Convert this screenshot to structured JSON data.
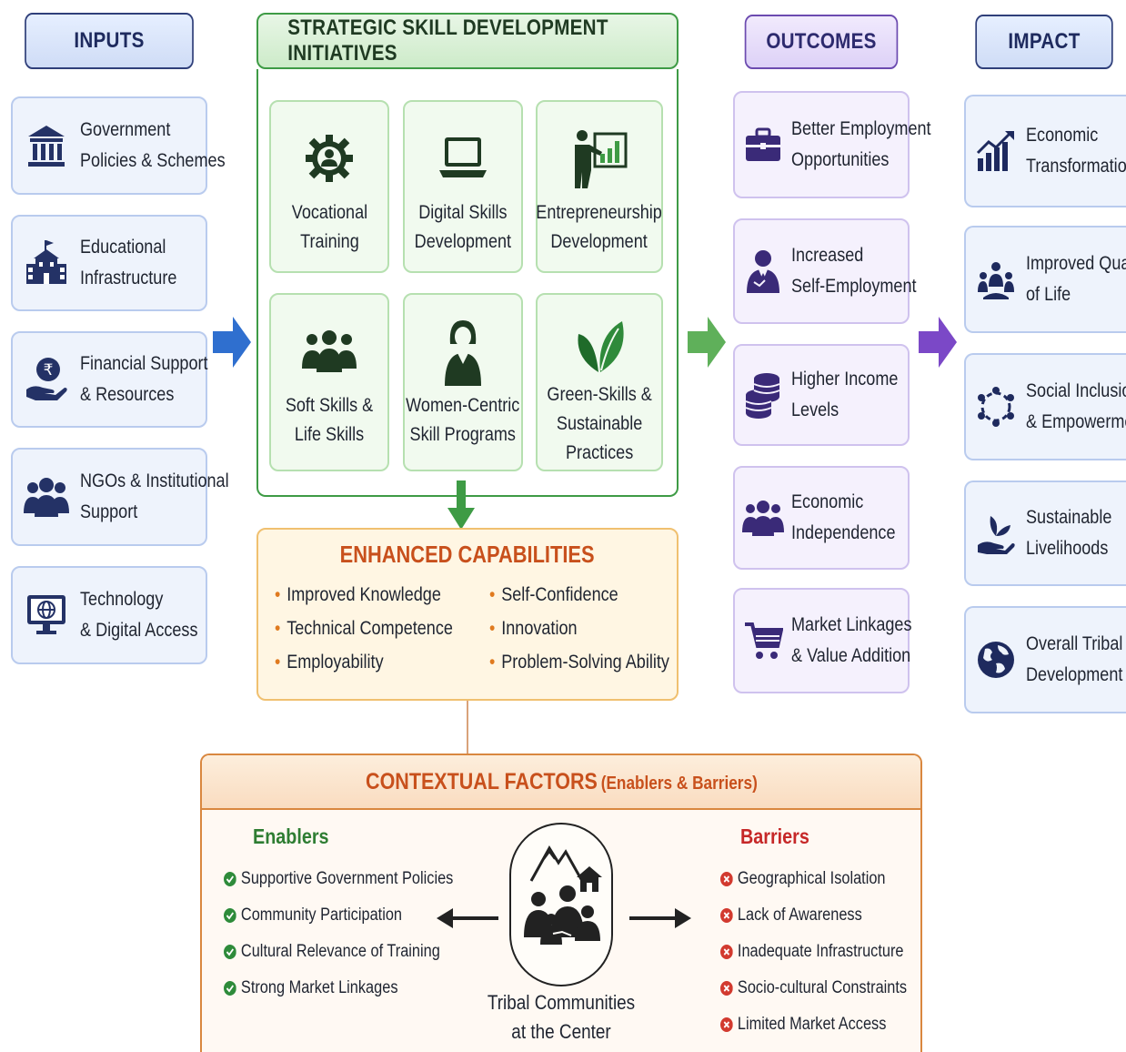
{
  "inputs": {
    "header": "INPUTS",
    "items": [
      {
        "label": [
          "Government",
          "Policies & Schemes"
        ],
        "icon": "government-building-icon"
      },
      {
        "label": [
          "Educational",
          "Infrastructure"
        ],
        "icon": "school-building-icon"
      },
      {
        "label": [
          "Financial Support",
          "& Resources"
        ],
        "icon": "rupee-hand-icon"
      },
      {
        "label": [
          "NGOs & Institutional",
          "Support"
        ],
        "icon": "group-people-icon"
      },
      {
        "label": [
          "Technology",
          "& Digital Access"
        ],
        "icon": "computer-globe-icon"
      }
    ]
  },
  "initiatives": {
    "header": "STRATEGIC SKILL DEVELOPMENT INITIATIVES",
    "items": [
      {
        "label": [
          "Vocational",
          "Training"
        ],
        "icon": "gear-person-icon"
      },
      {
        "label": [
          "Digital Skills",
          "Development"
        ],
        "icon": "laptop-icon"
      },
      {
        "label": [
          "Entrepreneurship",
          "Development"
        ],
        "icon": "presenter-chart-icon"
      },
      {
        "label": [
          "Soft Skills &",
          "Life Skills"
        ],
        "icon": "team-people-icon"
      },
      {
        "label": [
          "Women-Centric",
          "Skill Programs"
        ],
        "icon": "woman-icon"
      },
      {
        "label": [
          "Green-Skills &",
          "Sustainable",
          "Practices"
        ],
        "icon": "leaf-icon"
      }
    ]
  },
  "capabilities": {
    "header": "ENHANCED CAPABILITIES",
    "left": [
      "Improved Knowledge",
      "Technical Competence",
      "Employability"
    ],
    "right": [
      "Self-Confidence",
      "Innovation",
      "Problem-Solving Ability"
    ]
  },
  "outcomes": {
    "header": "OUTCOMES",
    "items": [
      {
        "label": [
          "Better Employment",
          "Opportunities"
        ],
        "icon": "briefcase-icon"
      },
      {
        "label": [
          "Increased",
          "Self-Employment"
        ],
        "icon": "businessman-icon"
      },
      {
        "label": [
          "Higher Income",
          "Levels"
        ],
        "icon": "coin-stack-icon"
      },
      {
        "label": [
          "Economic",
          "Independence"
        ],
        "icon": "people-group-icon"
      },
      {
        "label": [
          "Market Linkages",
          "& Value Addition"
        ],
        "icon": "shopping-cart-icon"
      }
    ]
  },
  "impact": {
    "header": "IMPACT",
    "items": [
      {
        "label": [
          "Economic",
          "Transformation"
        ],
        "icon": "growth-chart-icon"
      },
      {
        "label": [
          "Improved Quality",
          "of Life"
        ],
        "icon": "community-circle-icon"
      },
      {
        "label": [
          "Social Inclusion",
          "& Empowerment"
        ],
        "icon": "people-ring-icon"
      },
      {
        "label": [
          "Sustainable",
          "Livelihoods"
        ],
        "icon": "plant-hand-icon"
      },
      {
        "label": [
          "Overall Tribal",
          "Development"
        ],
        "icon": "globe-icon"
      }
    ]
  },
  "context": {
    "header_main": "CONTEXTUAL FACTORS",
    "header_sub": "(Enablers & Barriers)",
    "enablers_title": "Enablers",
    "enablers": [
      "Supportive Government Policies",
      "Community Participation",
      "Cultural Relevance of Training",
      "Strong Market Linkages"
    ],
    "barriers_title": "Barriers",
    "barriers": [
      "Geographical Isolation",
      "Lack of Awareness",
      "Inadequate Infrastructure",
      "Socio-cultural Constraints",
      "Limited Market Access"
    ],
    "center_label": [
      "Tribal Communities",
      "at the Center"
    ]
  },
  "colors": {
    "navy": "#243266",
    "green": "#3e9b45",
    "purple": "#6c4bb0",
    "orange": "#c8501c",
    "arrow_blue": "#2f6fcf",
    "arrow_green": "#5fb05a",
    "arrow_purple": "#7b48c7",
    "check_green": "#2e8b3a",
    "cross_red": "#d23a2f"
  }
}
